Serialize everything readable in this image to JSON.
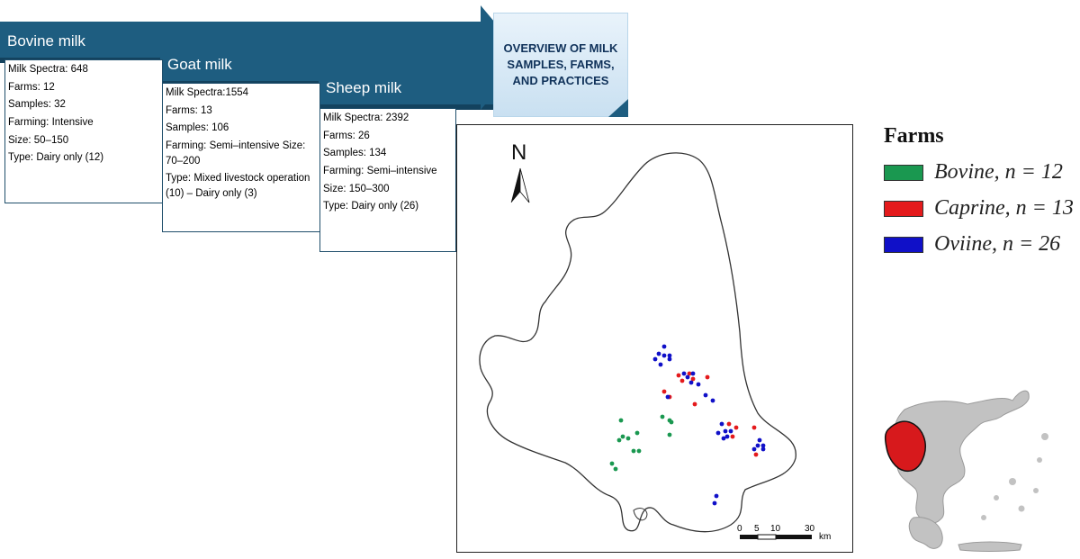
{
  "overview": {
    "title": "OVERVIEW OF MILK SAMPLES, FARMS, AND PRACTICES"
  },
  "bovine": {
    "title": "Bovine milk",
    "rows": [
      "Milk Spectra: 648",
      "Farms: 12",
      "Samples: 32",
      "Farming: Intensive",
      "Size: 50–150",
      "Type: Dairy only (12)"
    ]
  },
  "goat": {
    "title": "Goat milk",
    "rows": [
      "Milk Spectra:1554",
      "Farms: 13",
      "Samples: 106",
      "Farming: Semi–intensive Size: 70–200",
      "Type: Mixed livestock operation (10) – Dairy only (3)"
    ]
  },
  "sheep": {
    "title": "Sheep milk",
    "rows": [
      "Milk Spectra: 2392",
      "Farms: 26",
      "Samples: 134",
      "Farming: Semi–intensive",
      "Size: 150–300",
      "Type: Dairy only (26)"
    ]
  },
  "map": {
    "north_label": "N",
    "scale_labels": [
      "0",
      "5",
      "10",
      "30"
    ],
    "scale_unit": "km"
  },
  "legend": {
    "title": "Farms",
    "items": [
      {
        "label": "Bovine, n = 12",
        "color": "#1a9850"
      },
      {
        "label": "Caprine, n = 13",
        "color": "#e41a1c"
      },
      {
        "label": "Oviine, n = 26",
        "color": "#1010c8"
      }
    ]
  },
  "colors": {
    "banner": "#1e5d80",
    "bovine_point": "#1a9850",
    "caprine_point": "#e41a1c",
    "ovine_point": "#1010c8",
    "highlight_region": "#d7191c"
  }
}
